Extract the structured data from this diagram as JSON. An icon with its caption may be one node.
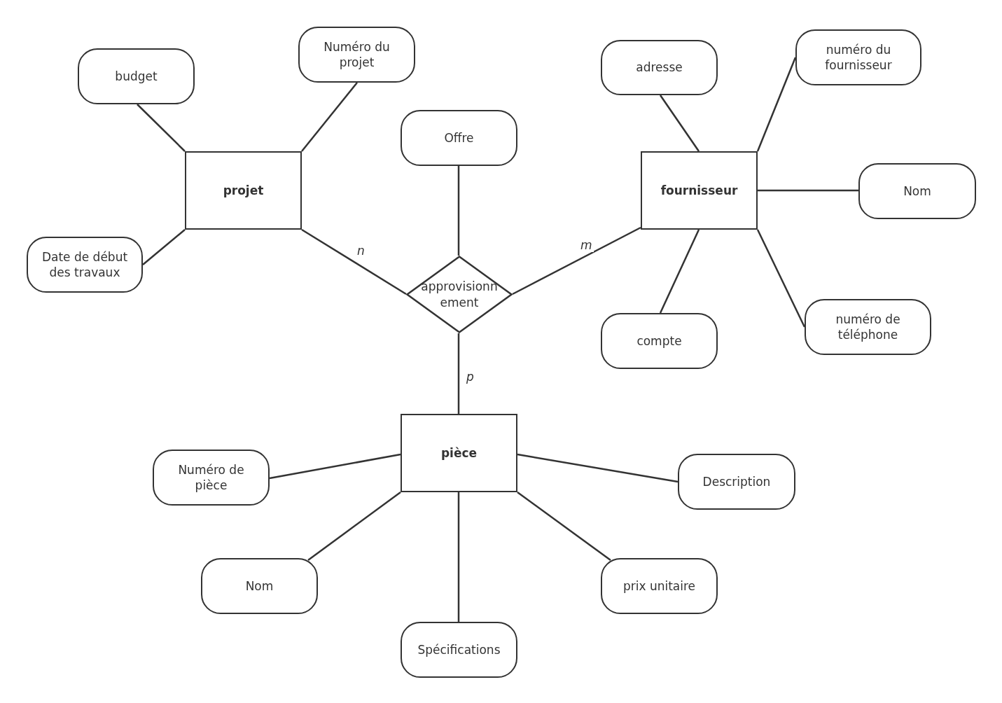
{
  "diagram": {
    "nodes": [
      {
        "text": [
          "projet"
        ]
      },
      {
        "text": [
          "fournisseur"
        ]
      },
      {
        "text": [
          "approvisionn ement"
        ]
      },
      {
        "text": [
          "pièce"
        ]
      },
      {
        "text": [
          "budget"
        ]
      },
      {
        "text": [
          "Numéro du projet"
        ]
      },
      {
        "text": [
          "Date de début des travaux"
        ]
      },
      {
        "text": [
          "Offre"
        ]
      },
      {
        "text": [
          "adresse"
        ]
      },
      {
        "text": [
          "numéro du fournisseur"
        ]
      },
      {
        "text": [
          "Nom"
        ]
      },
      {
        "text": [
          "compte"
        ]
      },
      {
        "text": [
          "numéro de téléphone"
        ]
      },
      {
        "text": [
          "Numéro de pièce"
        ]
      },
      {
        "text": [
          "Description"
        ]
      },
      {
        "text": [
          "Nom"
        ]
      },
      {
        "text": [
          "prix unitaire"
        ]
      },
      {
        "text": [
          "Spécifications"
        ]
      }
    ],
    "edges": [
      {
        "from": 0,
        "to": 4,
        "arrow": "none"
      },
      {
        "from": 0,
        "to": 5,
        "arrow": "none"
      },
      {
        "from": 0,
        "to": 6,
        "arrow": "none"
      },
      {
        "from": 0,
        "to": 2,
        "arrow": "none",
        "label": "n"
      },
      {
        "from": 1,
        "to": 2,
        "arrow": "none",
        "label": "m"
      },
      {
        "from": 2,
        "to": 7,
        "arrow": "none"
      },
      {
        "from": 1,
        "to": 8,
        "arrow": "none"
      },
      {
        "from": 1,
        "to": 9,
        "arrow": "none"
      },
      {
        "from": 1,
        "to": 10,
        "arrow": "none"
      },
      {
        "from": 1,
        "to": 11,
        "arrow": "none"
      },
      {
        "from": 1,
        "to": 12,
        "arrow": "none"
      },
      {
        "from": 2,
        "to": 3,
        "arrow": "none",
        "label": "p"
      },
      {
        "from": 3,
        "to": 13,
        "arrow": "none"
      },
      {
        "from": 3,
        "to": 14,
        "arrow": "none"
      },
      {
        "from": 3,
        "to": 15,
        "arrow": "none"
      },
      {
        "from": 3,
        "to": 16,
        "arrow": "none"
      },
      {
        "from": 3,
        "to": 17,
        "arrow": "none"
      }
    ]
  }
}
